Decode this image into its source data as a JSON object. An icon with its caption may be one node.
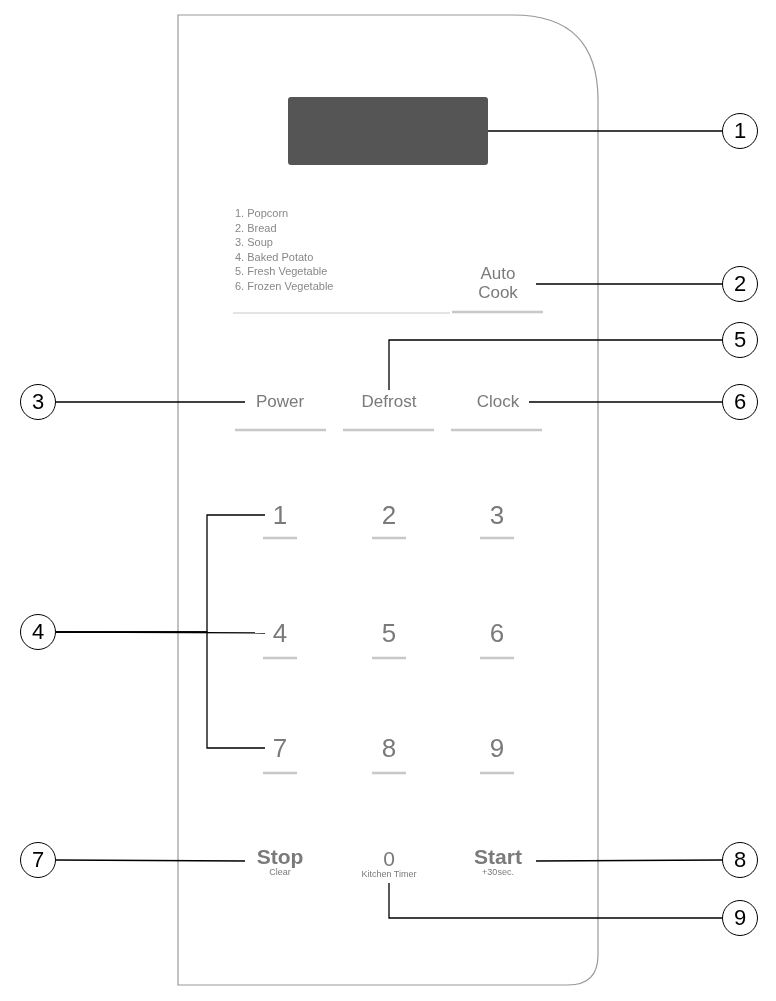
{
  "diagram": {
    "nodes": [
      {
        "text": [],
        "shape": "box"
      },
      {
        "text": [
          "1"
        ]
      },
      {
        "text": [
          "Auto Cook"
        ]
      },
      {
        "text": [
          "2"
        ]
      },
      {
        "text": [
          "Power"
        ]
      },
      {
        "text": [
          "3"
        ]
      },
      {
        "text": [
          "Defrost"
        ]
      },
      {
        "text": [
          "5"
        ]
      },
      {
        "text": [
          "Clock"
        ]
      },
      {
        "text": [
          "6"
        ]
      },
      {
        "text": [
          "1"
        ]
      },
      {
        "text": [
          "2"
        ]
      },
      {
        "text": [
          "3"
        ]
      },
      {
        "text": [
          "4"
        ]
      },
      {
        "text": [
          "5"
        ]
      },
      {
        "text": [
          "6"
        ]
      },
      {
        "text": [
          "7"
        ]
      },
      {
        "text": [
          "8"
        ]
      },
      {
        "text": [
          "9"
        ]
      },
      {
        "text": [
          "4"
        ]
      },
      {
        "text": [
          "Stop",
          "Clear"
        ]
      },
      {
        "text": [
          "7"
        ]
      },
      {
        "text": [
          "0",
          "Kitchen Timer"
        ]
      },
      {
        "text": [
          "9"
        ]
      },
      {
        "text": [
          "Start",
          "+30sec."
        ]
      },
      {
        "text": [
          "8"
        ]
      }
    ],
    "edges": [
      {
        "from": 1,
        "to": 0,
        "arrow": "none"
      },
      {
        "from": 3,
        "to": 2,
        "arrow": "none"
      },
      {
        "from": 5,
        "to": 4,
        "arrow": "none"
      },
      {
        "from": 7,
        "to": 6,
        "arrow": "none"
      },
      {
        "from": 9,
        "to": 8,
        "arrow": "none"
      },
      {
        "from": 19,
        "to": 10,
        "arrow": "none"
      },
      {
        "from": 19,
        "to": 13,
        "arrow": "none"
      },
      {
        "from": 19,
        "to": 16,
        "arrow": "none"
      },
      {
        "from": 21,
        "to": 20,
        "arrow": "none"
      },
      {
        "from": 25,
        "to": 24,
        "arrow": "none"
      },
      {
        "from": 23,
        "to": 22,
        "arrow": "none"
      }
    ],
    "labels": [
      "1. Popcorn",
      "2. Bread",
      "3. Soup",
      "4. Baked Potato",
      "5. Fresh Vegetable",
      "6. Frozen Vegetable"
    ]
  }
}
